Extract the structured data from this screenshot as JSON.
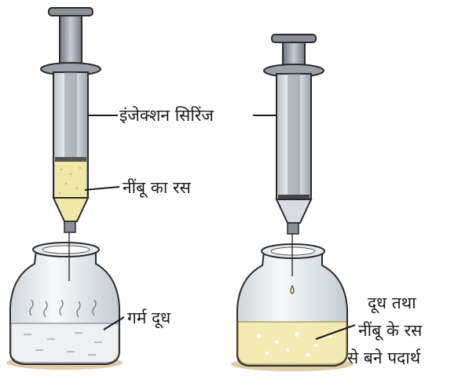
{
  "labels": {
    "syringe": "इंजेक्शन सिरिंज",
    "lemon_juice": "नींबू का रस",
    "warm_milk": "गर्म दूध",
    "mixture": [
      "दूध तथा",
      "नींबू के रस",
      "से बने पदार्थ"
    ]
  },
  "colors": {
    "outline": "#2b2b2b",
    "barrel_glass": "#d9dde2",
    "plunger": "#8a9098",
    "lemon_juice": "#f1e7a6",
    "milk": "#eef0f2",
    "mixture": "#f3eab4",
    "ground": "#d9c39a"
  }
}
